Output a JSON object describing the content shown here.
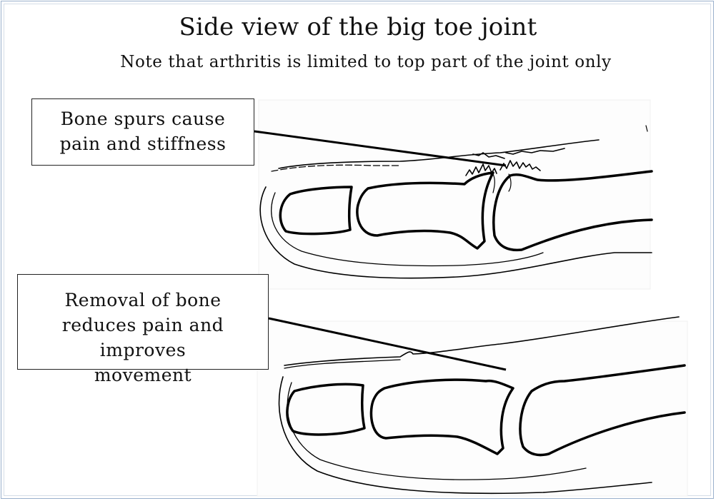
{
  "title": "Side view of the big toe joint",
  "subtitle": "Note that arthritis is limited to top part of the joint only",
  "callouts": [
    {
      "lines": [
        "Bone spurs cause",
        "pain and stiffness"
      ]
    },
    {
      "lines": [
        "Removal of bone",
        "reduces pain and",
        "improves",
        "movement"
      ]
    }
  ],
  "colors": {
    "border": "#9ab0cc",
    "ink": "#000000"
  }
}
